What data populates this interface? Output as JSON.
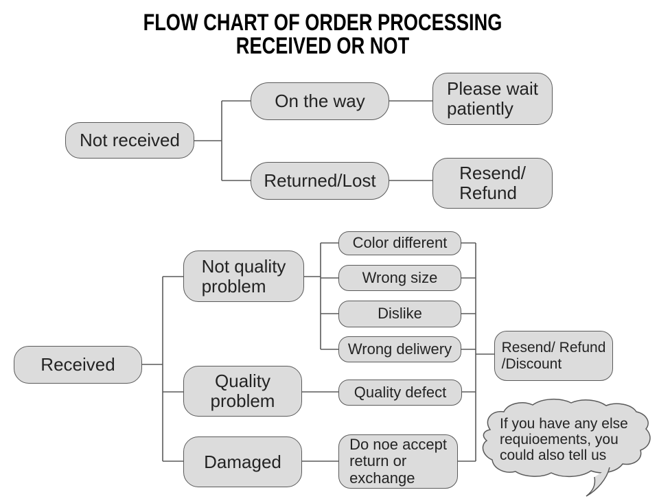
{
  "title": {
    "line1": "FLOW CHART OF ORDER PROCESSING",
    "line2": "RECEIVED OR NOT"
  },
  "not_received_flow": {
    "root": "Not received",
    "on_the_way": "On the way",
    "please_wait": "Please wait\npatiently",
    "returned_lost": "Returned/Lost",
    "resend_refund": "Resend/\nRefund"
  },
  "received_flow": {
    "root": "Received",
    "not_quality_problem": "Not quality\nproblem",
    "quality_problem": "Quality\nproblem",
    "damaged": "Damaged",
    "color_different": "Color different",
    "wrong_size": "Wrong size",
    "dislike": "Dislike",
    "wrong_delivery": "Wrong deliwery",
    "quality_defect": "Quality defect",
    "no_return_accept": "Do noe accept\nreturn or\nexchange",
    "resolution": "Resend/ Refund\n/Discount"
  },
  "speech_bubble": {
    "text": "If you have any else\nrequioements, you\ncould also tell us"
  },
  "colors": {
    "box_fill": "#dcdcdc",
    "box_border": "#595959",
    "connector": "#595959",
    "text": "#232323",
    "title_text": "#000000",
    "background": "#ffffff"
  }
}
